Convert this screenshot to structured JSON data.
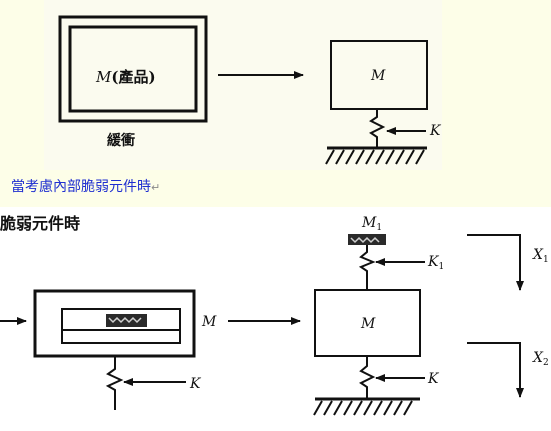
{
  "caption": {
    "text": "當考慮內部脆弱元件時",
    "mark": "↵"
  },
  "heading": "脆弱元件時",
  "top": {
    "product_symbol": "M",
    "product_text": "(產品)",
    "cushion_label": "緩衝",
    "mass_label": "M",
    "spring_label": "K"
  },
  "bottom": {
    "left_mass_label": "M",
    "left_spring_label": "K",
    "right_mass_label": "M",
    "small_mass_label": "M",
    "small_mass_sub": "1",
    "k1_label": "K",
    "k1_sub": "1",
    "k_label": "K",
    "x1_label": "X",
    "x1_sub": "1",
    "x2_label": "X",
    "x2_sub": "2"
  }
}
